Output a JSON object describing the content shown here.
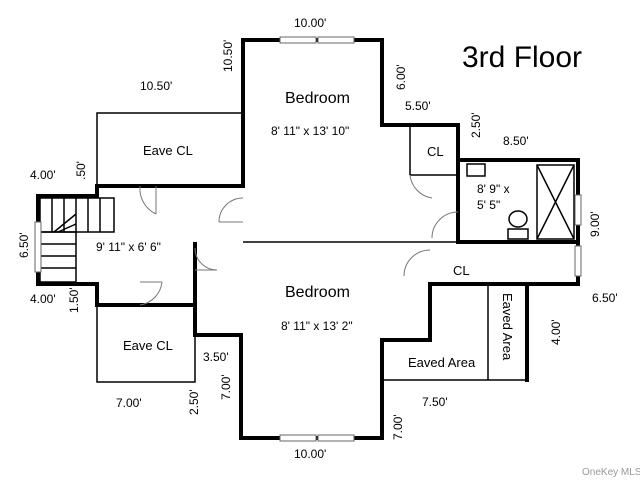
{
  "title": "3rd Floor",
  "watermark": "OneKey MLS",
  "rooms": {
    "bedroom_top": {
      "name": "Bedroom",
      "size": "8' 11\" x 13' 10\""
    },
    "bedroom_bottom": {
      "name": "Bedroom",
      "size": "8' 11\" x 13' 2\""
    },
    "eave_cl_top": "Eave CL",
    "eave_cl_bottom": "Eave CL",
    "hall": "9' 11\" x 6' 6\"",
    "closet_top": "CL",
    "closet_mid": "CL",
    "bath_size_line1": "8' 9\" x",
    "bath_size_line2": "5' 5\"",
    "eaved_area_bottom": "Eaved Area",
    "eaved_area_right": "Eaved Area"
  },
  "dimensions": {
    "top_width": "10.00'",
    "top_height": "10.50'",
    "left_eave_width": "10.50'",
    "right_step_height": "6.00'",
    "right_step_width": "5.50'",
    "bath_offset": "2.50'",
    "bath_width": "8.50'",
    "bath_height": "9.00'",
    "left_upper_offset": "4.00'",
    "left_half": ".50'",
    "stair_height": "6.50'",
    "left_lower_offset": "4.00'",
    "left_lower_half": "1.50'",
    "right_lower": "6.50'",
    "eaved_right_height": "4.00'",
    "eave_bottom_width": "7.00'",
    "eave_bottom_height": "2.50'",
    "bottom_left_step": "3.50'",
    "bottom_left_height": "7.00'",
    "bottom_right_height": "7.00'",
    "bottom_width": "10.00'",
    "eaved_bottom_width": "7.50'"
  }
}
